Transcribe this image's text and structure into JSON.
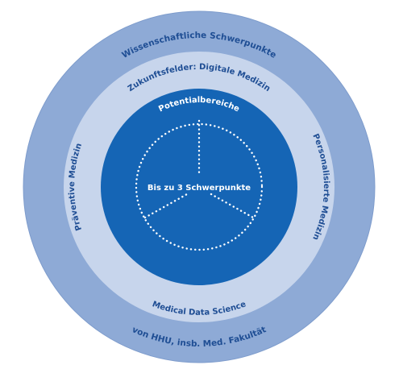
{
  "diagram": {
    "outer_ring": {
      "top_text": "Wissenschaftliche Schwerpunkte",
      "bottom_text": "von HHU, insb. Med. Fakultät"
    },
    "middle_ring": {
      "top_text": "Zukunftsfelder: Digitale Medizin",
      "left_text": "Präventive Medizin",
      "right_text": "Personalisierte Medizin",
      "bottom_text": "Medical Data Science"
    },
    "inner_circle": {
      "top_text": "Potentialbereiche",
      "center_text": "Bis zu 3 Schwerpunkte"
    },
    "colors": {
      "outer": "#8eaad6",
      "middle": "#c7d5ec",
      "inner": "#1565b5",
      "outer_text": "#1f4e94",
      "inner_text": "#ffffff",
      "dots": "#ffffff"
    }
  }
}
